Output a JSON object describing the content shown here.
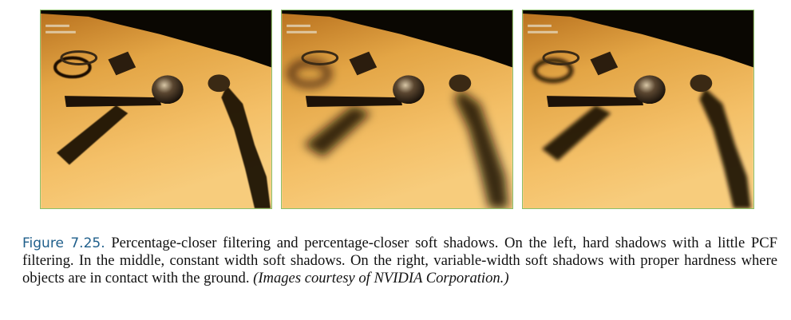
{
  "figure": {
    "label": "Figure 7.25.",
    "caption": "Percentage-closer filtering and percentage-closer soft shadows. On the left, hard shadows with a little PCF filtering. In the middle, constant width soft shadows. On the right, variable-width soft shadows with proper hardness where objects are in contact with the ground.",
    "credit": "(Images courtesy of NVIDIA Corporation.)"
  },
  "colors": {
    "floor_light": "#f2b85a",
    "floor_dark": "#b8711e",
    "sky": "#0a0702",
    "panel_border": "#8bbf6a",
    "label": "#1f5f8b"
  },
  "panels": [
    {
      "name": "hard-shadows-pcf",
      "blur": 0.6
    },
    {
      "name": "constant-width-soft-shadows",
      "blur": 6
    },
    {
      "name": "variable-width-soft-shadows",
      "blur": 2.5
    }
  ]
}
